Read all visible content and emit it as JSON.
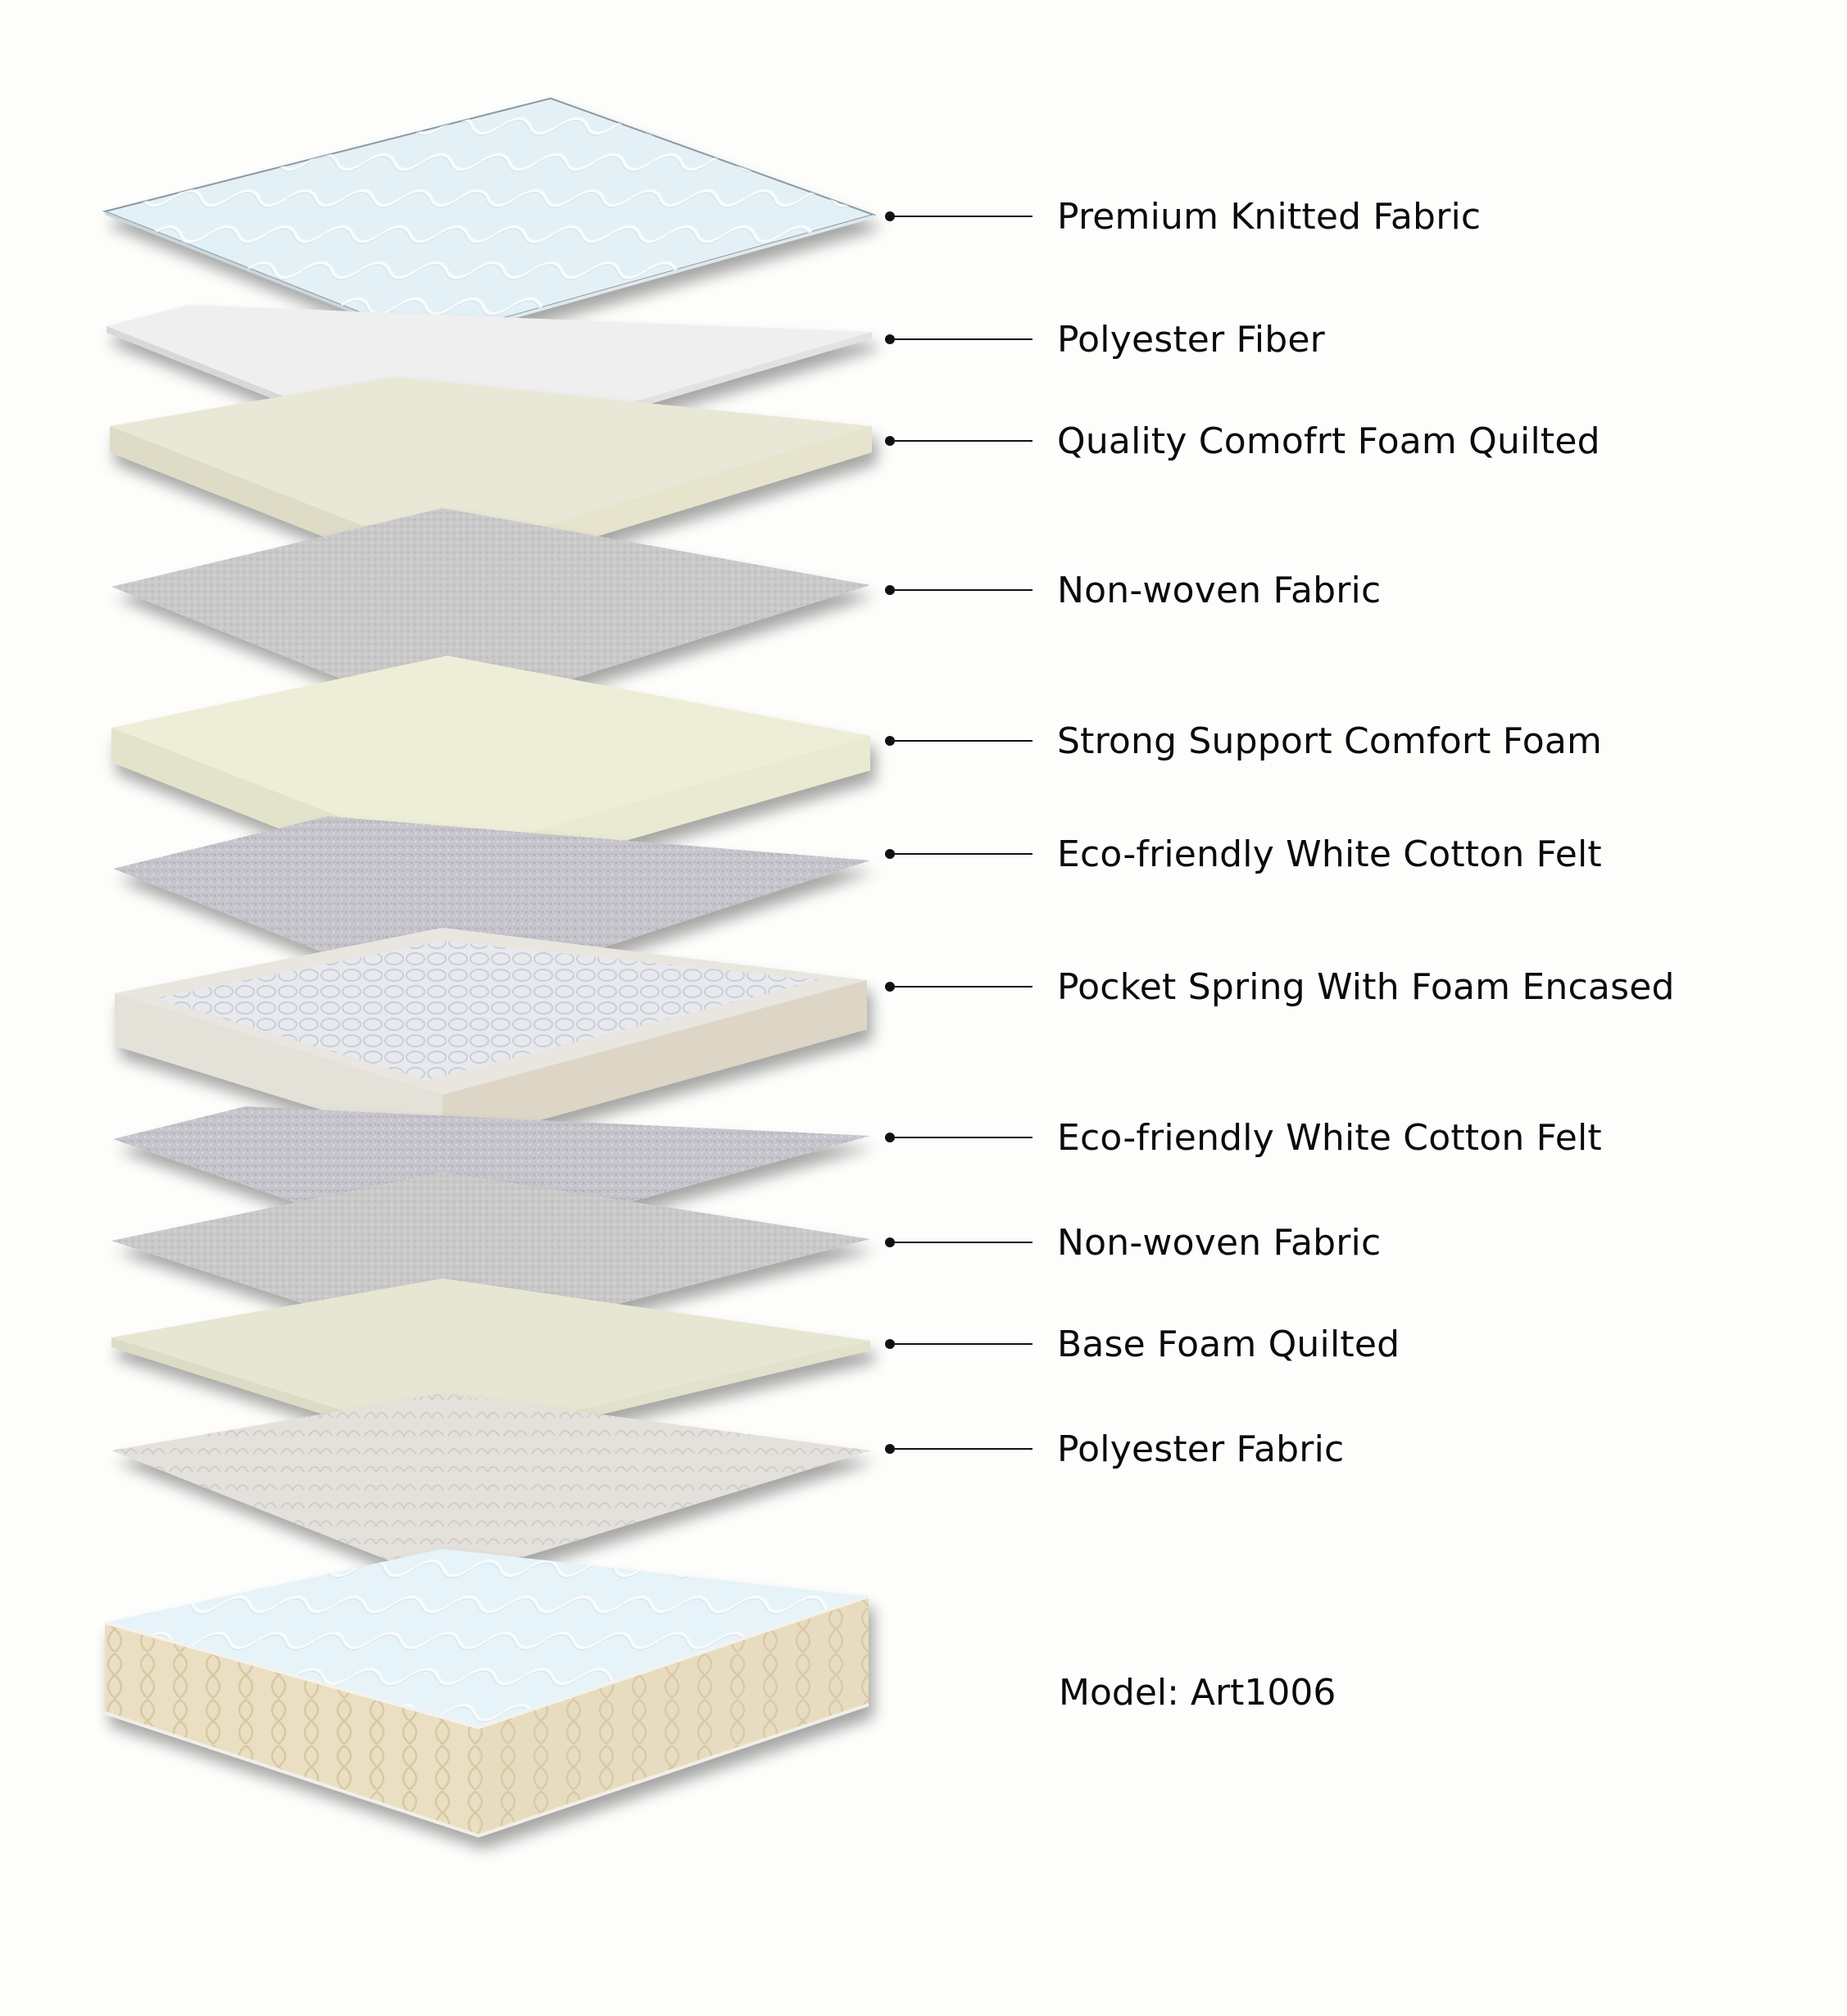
{
  "diagram": {
    "type": "exploded-layer-diagram",
    "subject": "mattress construction",
    "layers": [
      {
        "label": "Premium Knitted Fabric",
        "color": "#e3f1f7",
        "texture": "quilted-wave"
      },
      {
        "label": "Polyester Fiber",
        "color": "#efefef",
        "texture": "fine"
      },
      {
        "label": "Quality Comofrt Foam Quilted",
        "color": "#e9e8d6",
        "texture": "smooth-foam"
      },
      {
        "label": "Non-woven Fabric",
        "color": "#c9c9c9",
        "texture": "dotted"
      },
      {
        "label": "Strong Support Comfort Foam",
        "color": "#eeeed8",
        "texture": "smooth-foam"
      },
      {
        "label": "Eco-friendly White Cotton Felt",
        "color": "#c6c5cc",
        "texture": "speckled"
      },
      {
        "label": "Pocket Spring With Foam Encased",
        "color": "#e9e6df",
        "texture": "spring-unit"
      },
      {
        "label": "Eco-friendly White Cotton Felt",
        "color": "#c6c5cc",
        "texture": "speckled"
      },
      {
        "label": "Non-woven Fabric",
        "color": "#c9c9c9",
        "texture": "dotted"
      },
      {
        "label": "Base Foam Quilted",
        "color": "#e7e6d3",
        "texture": "smooth-foam"
      },
      {
        "label": "Polyester Fabric",
        "color": "#e4e1dc",
        "texture": "embossed"
      }
    ],
    "assembled_mattress": {
      "top_color": "#e6f3f9",
      "side_color": "#e8dcc0"
    },
    "model_label": "Model: Art1006"
  },
  "callouts": [
    "Premium Knitted Fabric",
    "Polyester Fiber",
    "Quality Comofrt Foam Quilted",
    "Non-woven Fabric",
    "Strong Support Comfort Foam",
    "Eco-friendly White Cotton Felt",
    "Pocket Spring With Foam Encased",
    "Eco-friendly White Cotton Felt",
    "Non-woven Fabric",
    "Base Foam Quilted",
    "Polyester Fabric"
  ],
  "model": "Model: Art1006"
}
